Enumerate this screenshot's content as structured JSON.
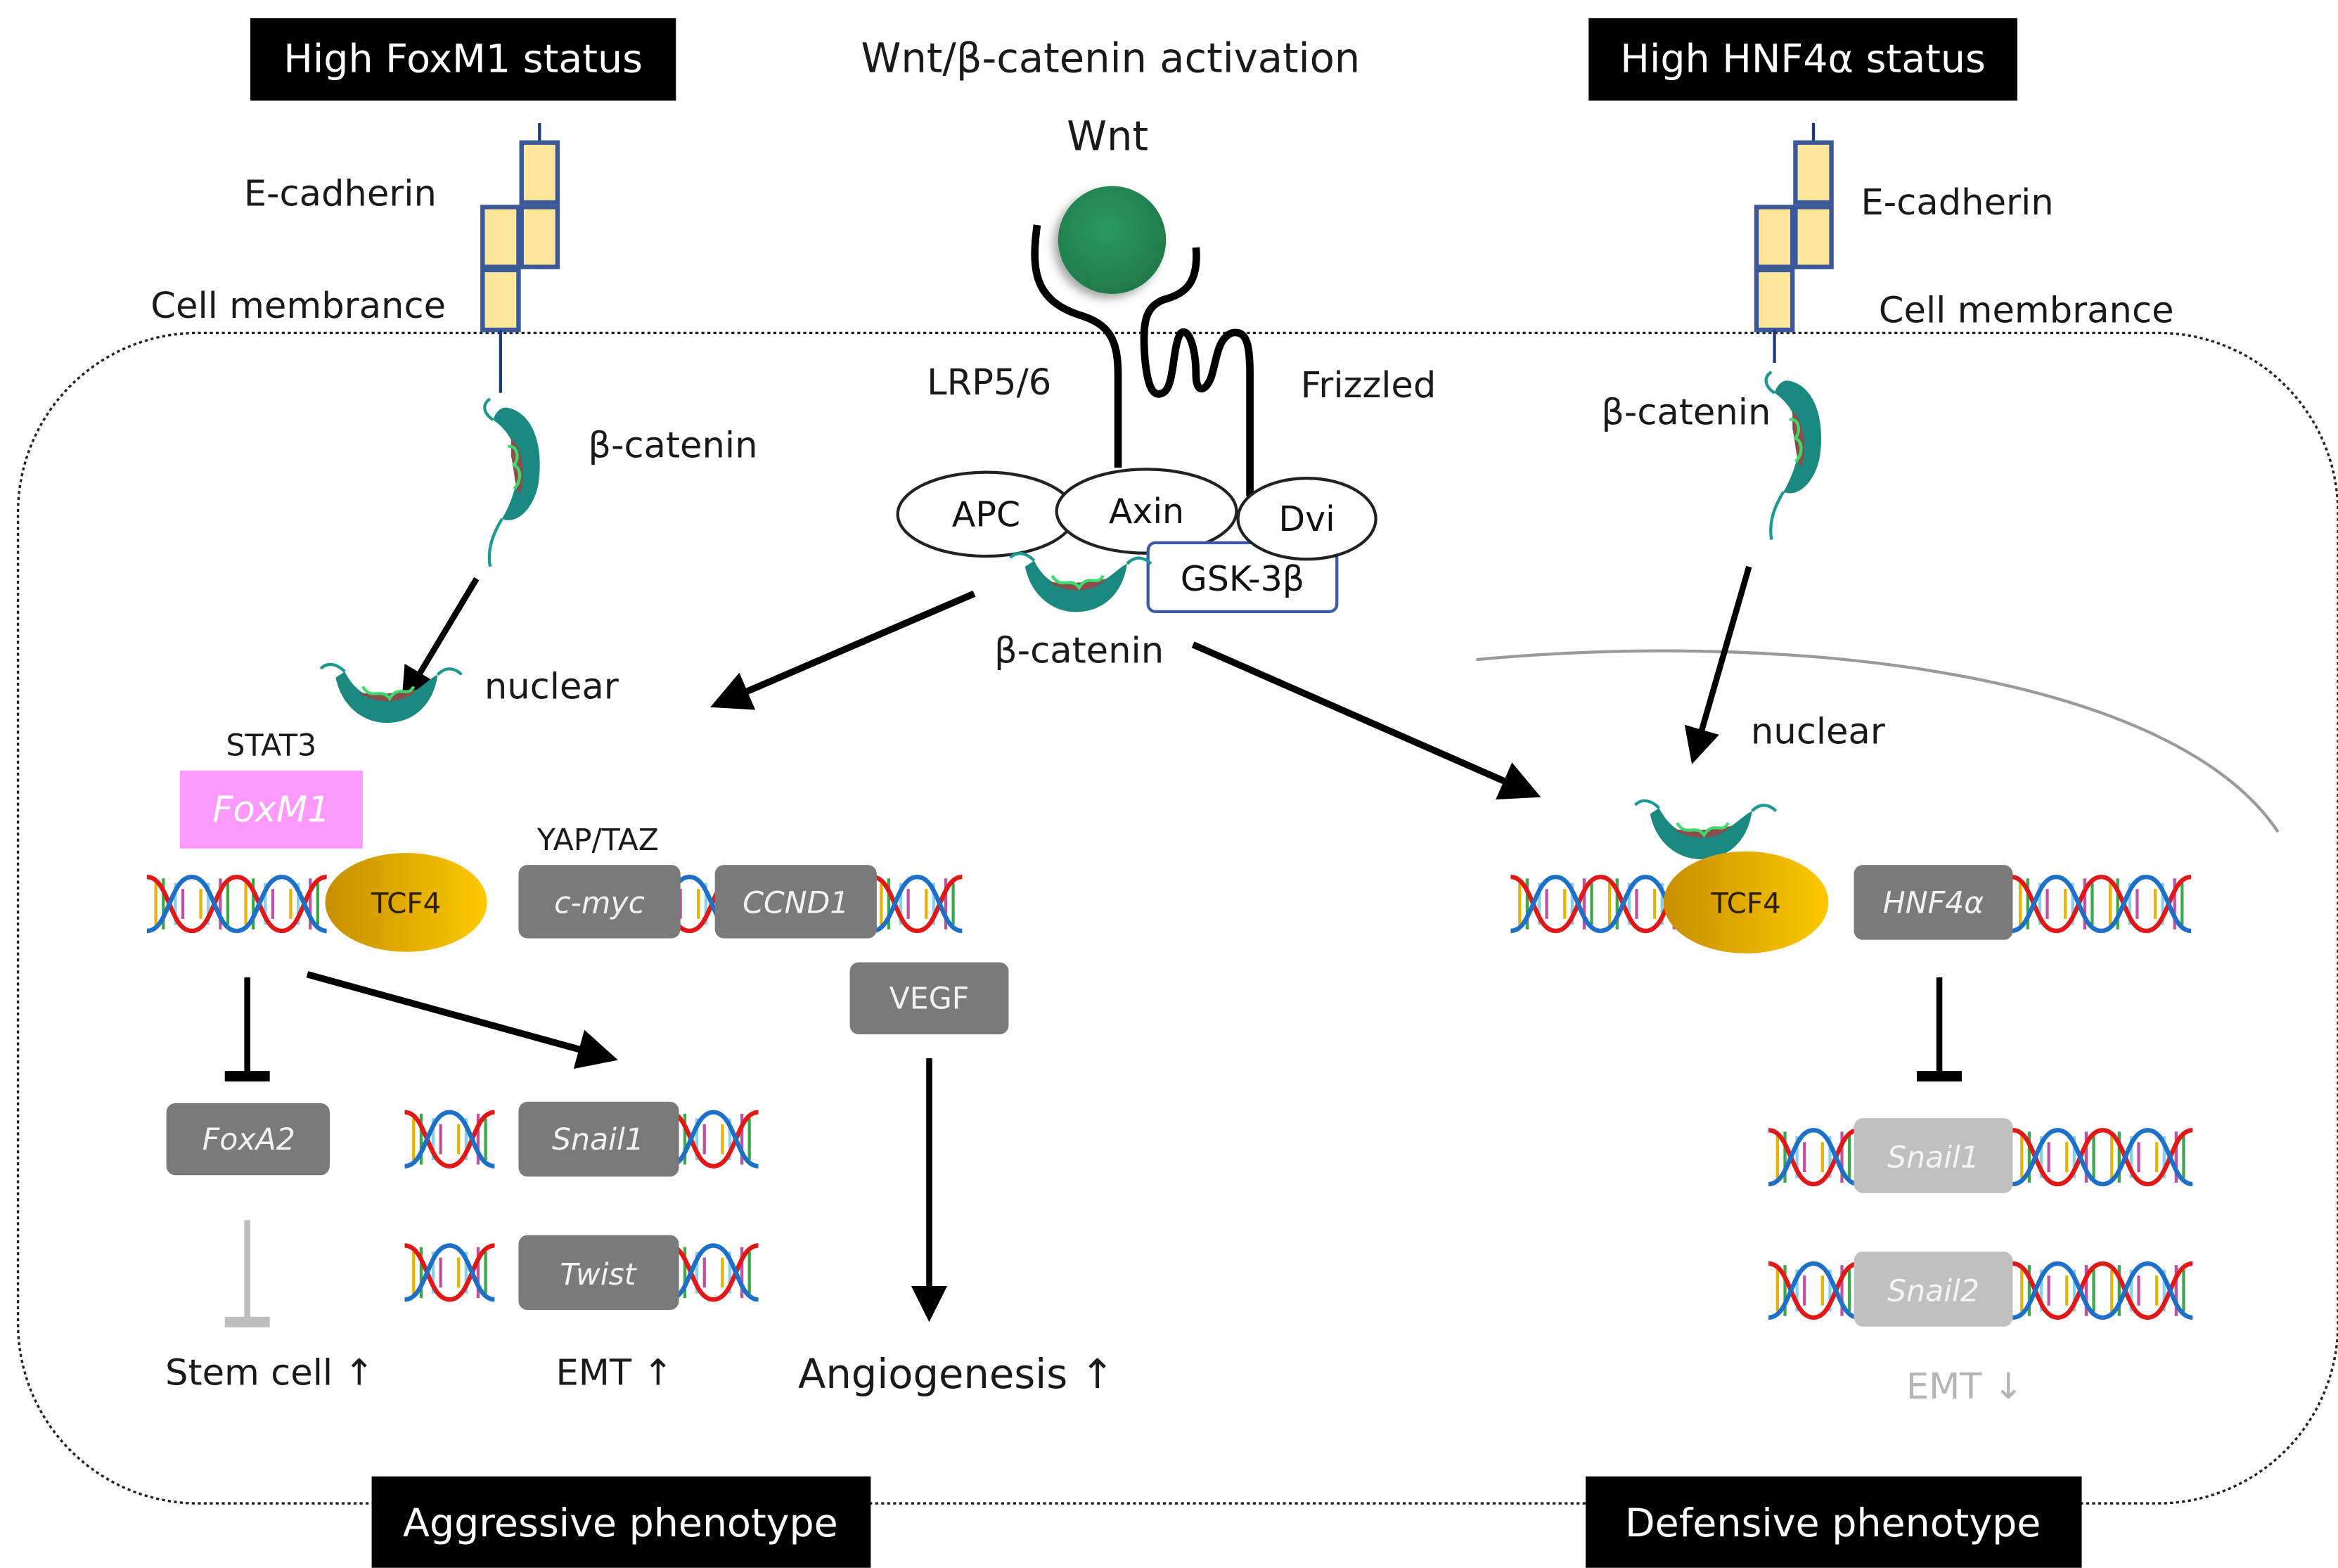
{
  "title": "Wnt/β-catenin activation",
  "banners": {
    "foxm1_status": "High FoxM1 status",
    "hnf4a_status": "High HNF4α status",
    "aggressive": "Aggressive phenotype",
    "defensive": "Defensive phenotype"
  },
  "membrane": {
    "left": {
      "ecadherin": "E-cadherin",
      "cell_membrane": "Cell membrance",
      "beta_catenin": "β-catenin"
    },
    "right": {
      "ecadherin": "E-cadherin",
      "cell_membrane": "Cell membrance",
      "beta_catenin": "β-catenin"
    }
  },
  "wnt_complex": {
    "ligand": "Wnt",
    "lrp": "LRP5/6",
    "frizzled": "Frizzled",
    "apc": "APC",
    "axin": "Axin",
    "dvl": "Dvi",
    "gsk3b": "GSK-3β",
    "beta_catenin": "β-catenin"
  },
  "left_nucleus": {
    "nuclear_label": "nuclear",
    "stat3": "STAT3",
    "foxm1": "FoxM1",
    "yap_taz": "YAP/TAZ",
    "tcf4": "TCF4",
    "genes": [
      "c-myc",
      "CCND1"
    ],
    "vegf": "VEGF",
    "foxa2": "FoxA2",
    "snail1": "Snail1",
    "twist": "Twist",
    "outcomes": {
      "stem_cell": "Stem cell ↑",
      "emt": "EMT ↑",
      "angiogenesis": "Angiogenesis ↑"
    }
  },
  "right_nucleus": {
    "nuclear_label": "nuclear",
    "tcf4": "TCF4",
    "hnf4a": "HNF4α",
    "snail1": "Snail1",
    "snail2": "Snail2",
    "outcome_emt": "EMT ↓"
  },
  "colors": {
    "banner_bg": "#000000",
    "foxm1_pink": "#ff99ff",
    "tcf4_gold": "#f2b800",
    "gene_box_gray": "#7a7a7a",
    "gene_box_light": "#c0c0c0",
    "beta_catenin_teal": "#1a8a80",
    "wnt_green": "#238a55",
    "ecadherin_fill": "#ffe699",
    "ecadherin_border": "#3b5998"
  }
}
